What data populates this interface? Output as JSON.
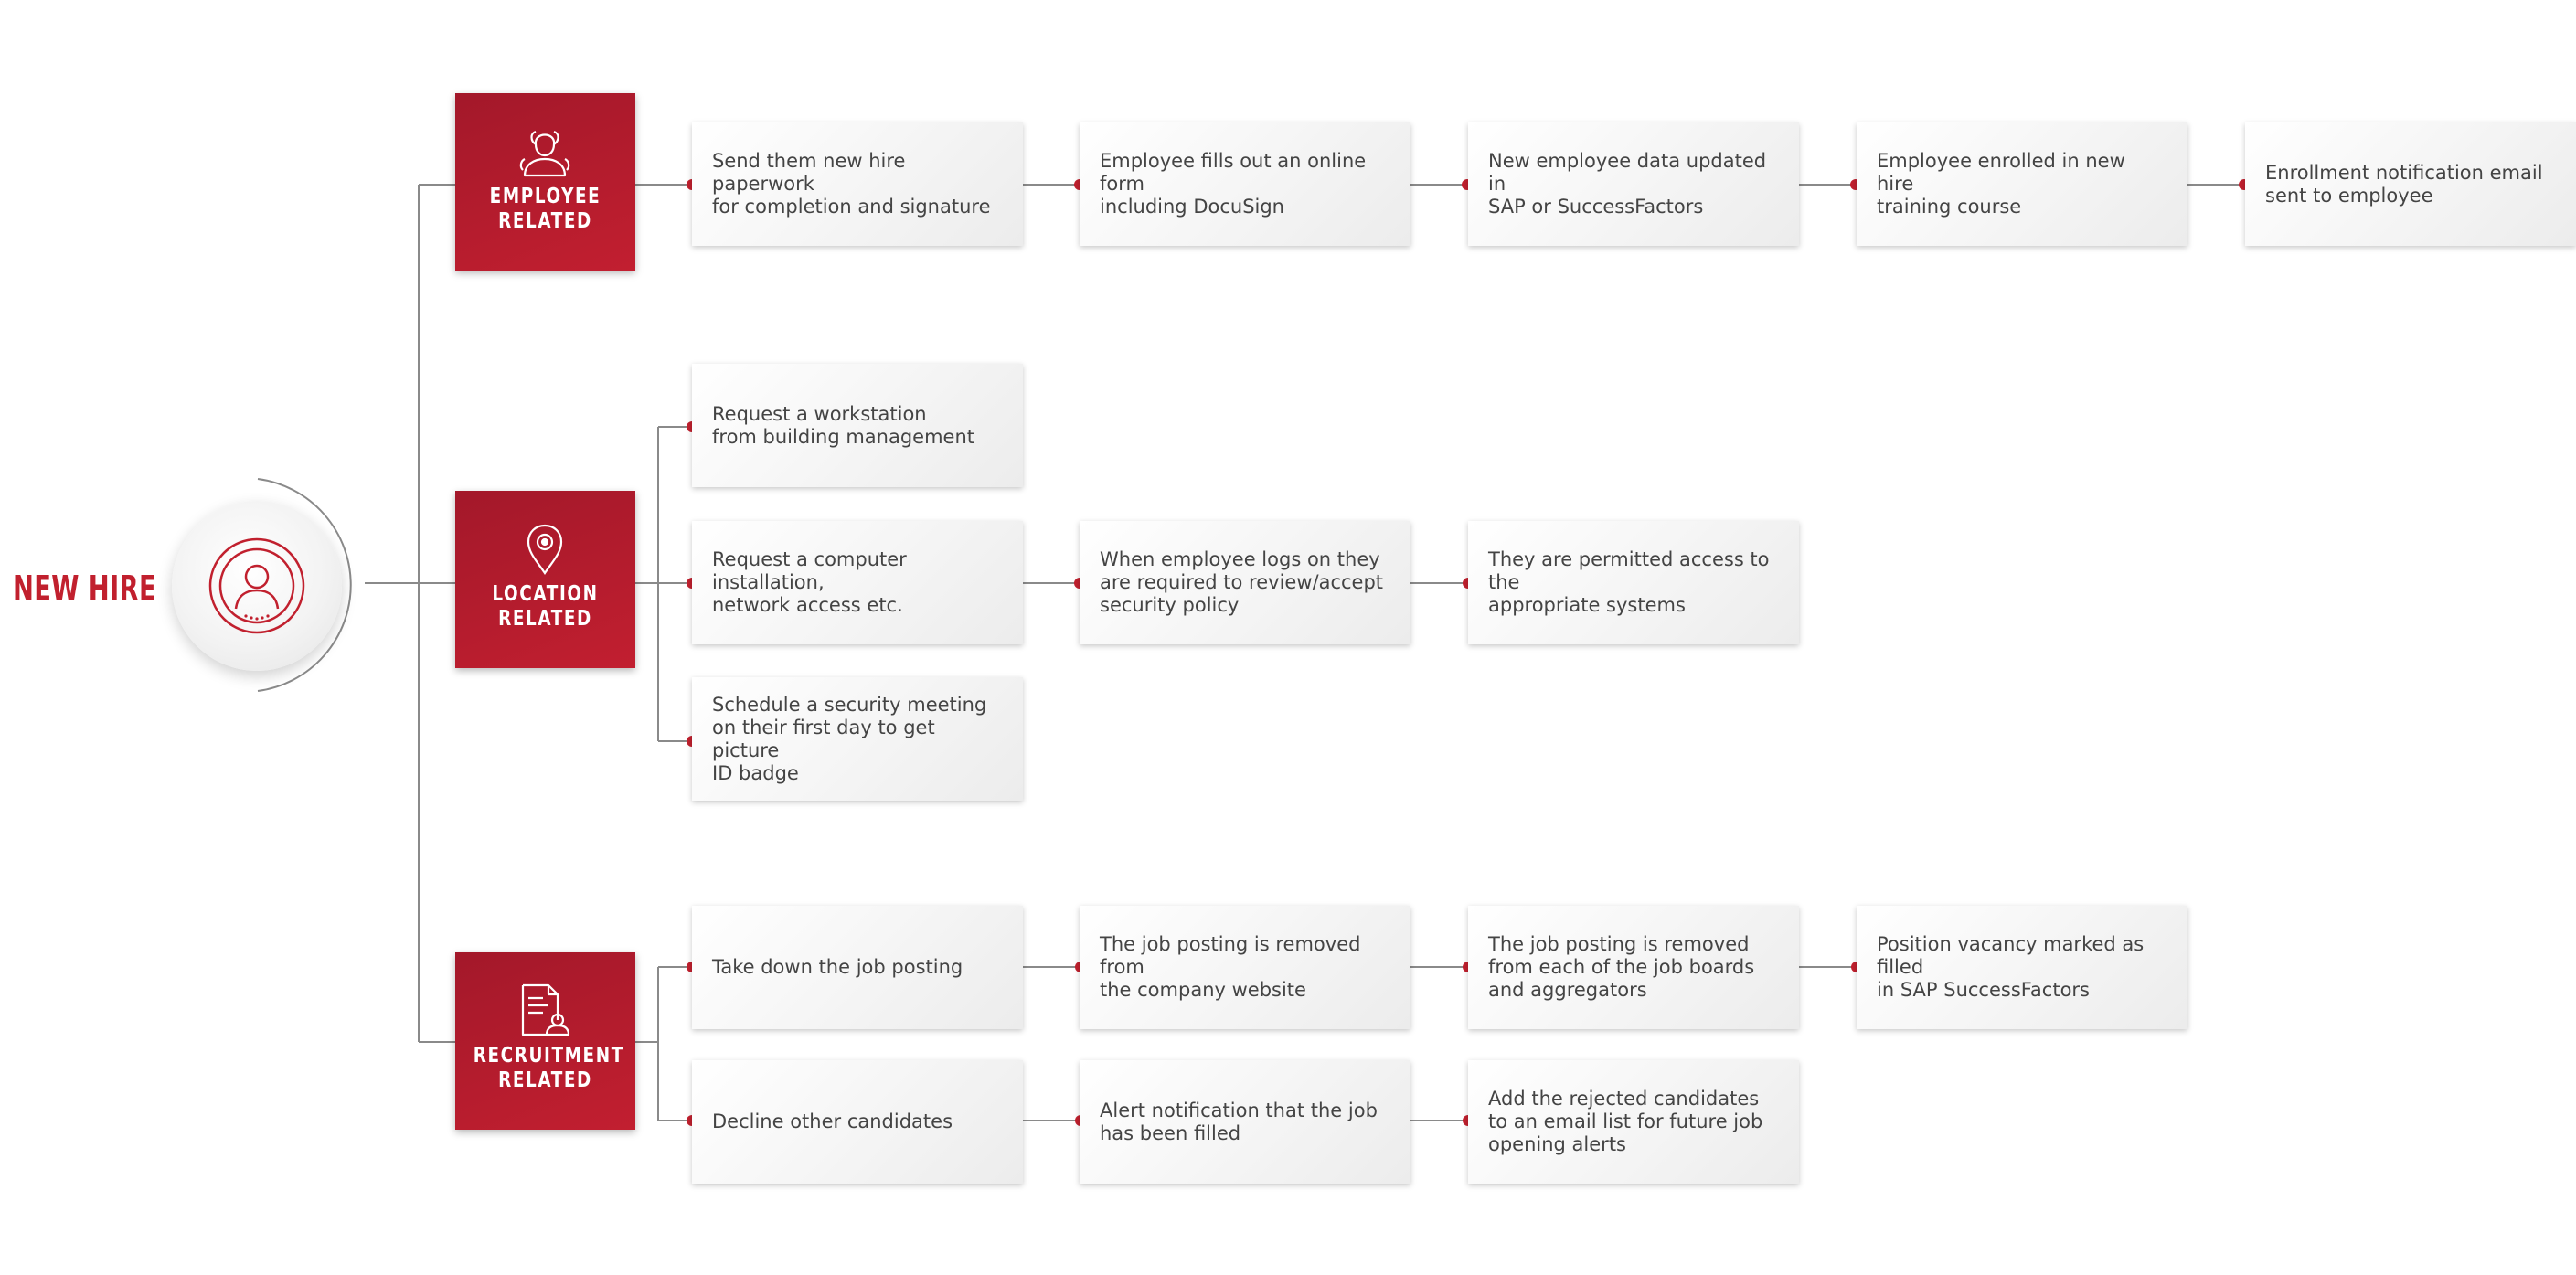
{
  "title": "NEW HIRE",
  "colors": {
    "accent": "#c1202e",
    "connector": "#888888",
    "box_text": "#444444"
  },
  "hub": {
    "icon": "user-circle-icon"
  },
  "categories": [
    {
      "id": "employee",
      "label_line1": "EMPLOYEE",
      "label_line2": "RELATED",
      "icon": "employee-icon",
      "rows": [
        [
          "Send them new hire paperwork\nfor completion and signature",
          "Employee fills out an online form\nincluding DocuSign",
          "New employee data updated in\nSAP or SuccessFactors",
          "Employee enrolled in new hire\ntraining course",
          "Enrollment notification email\nsent to employee"
        ]
      ]
    },
    {
      "id": "location",
      "label_line1": "LOCATION",
      "label_line2": "RELATED",
      "icon": "location-pin-icon",
      "rows": [
        [
          "Request a workstation\nfrom building management"
        ],
        [
          "Request a computer installation,\nnetwork access etc.",
          "When employee logs on they\nare required to review/accept\nsecurity policy",
          "They are permitted access to the\nappropriate systems"
        ],
        [
          "Schedule a security meeting\non their first day to get picture\nID badge"
        ]
      ]
    },
    {
      "id": "recruitment",
      "label_line1": "RECRUITMENT",
      "label_line2": "RELATED",
      "icon": "document-person-icon",
      "rows": [
        [
          "Take down the job posting",
          "The job posting is removed from\nthe company website",
          "The job posting is removed\nfrom each of the job boards\nand aggregators",
          "Position vacancy marked as filled\nin SAP SuccessFactors"
        ],
        [
          "Decline other candidates",
          "Alert notification that the job\nhas been filled",
          "Add the rejected candidates\nto an email list for future job\nopening alerts"
        ]
      ]
    }
  ]
}
